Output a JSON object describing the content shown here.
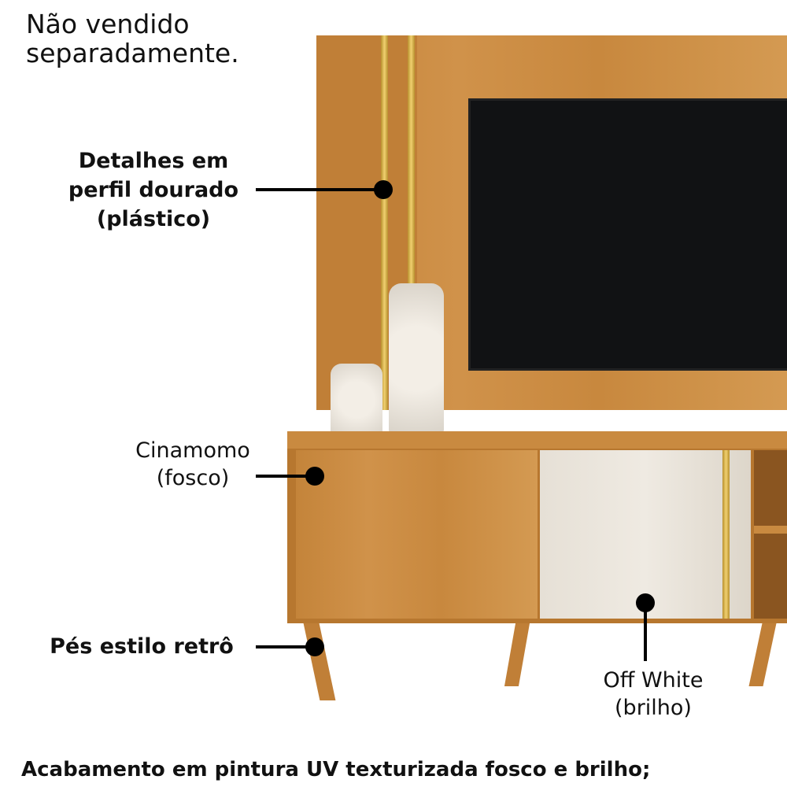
{
  "notice": {
    "line1": "Não vendido",
    "line2": "separadamente."
  },
  "callouts": {
    "gold_profile": {
      "line1": "Detalhes em",
      "line2": "perfil dourado",
      "line3": "(plástico)"
    },
    "cinnamon": {
      "line1": "Cinamomo",
      "line2": "(fosco)"
    },
    "legs": {
      "label": "Pés estilo retrô"
    },
    "off_white": {
      "line1": "Off White",
      "line2": "(brilho)"
    }
  },
  "footer": {
    "text": "Acabamento em pintura UV texturizada fosco e brilho;"
  },
  "colors": {
    "wood": "#c98a40",
    "gold": "#d8b04a",
    "off_white": "#e6e0d6",
    "tv": "#111214"
  }
}
